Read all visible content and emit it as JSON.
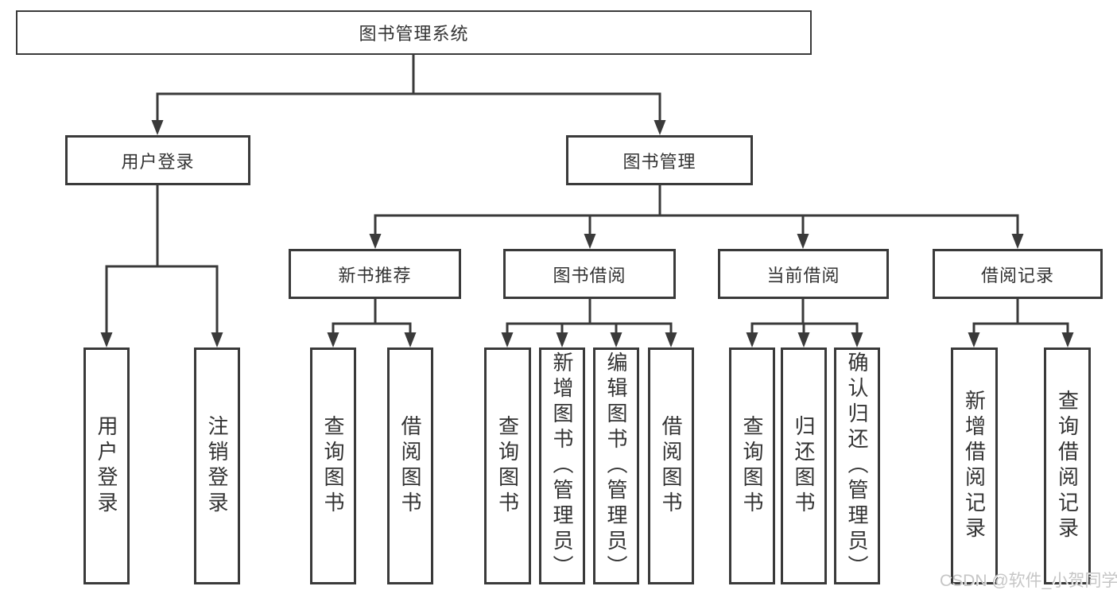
{
  "watermark": "CSDN @软件_小贺同学",
  "colors": {
    "line": "#3a3a3a",
    "text": "#333333",
    "background": "#ffffff",
    "watermark": "#c6c6c6"
  },
  "tree": {
    "title": "图书管理系统",
    "children": [
      {
        "label": "用户登录",
        "children": [
          {
            "label": "用户登录"
          },
          {
            "label": "注销登录"
          }
        ]
      },
      {
        "label": "图书管理",
        "children": [
          {
            "label": "新书推荐",
            "children": [
              {
                "label": "查询图书"
              },
              {
                "label": "借阅图书"
              }
            ]
          },
          {
            "label": "图书借阅",
            "children": [
              {
                "label": "查询图书"
              },
              {
                "label": "新增图书（管理员）"
              },
              {
                "label": "编辑图书（管理员）"
              },
              {
                "label": "借阅图书"
              }
            ]
          },
          {
            "label": "当前借阅",
            "children": [
              {
                "label": "查询图书"
              },
              {
                "label": "归还图书"
              },
              {
                "label": "确认归还（管理员）"
              }
            ]
          },
          {
            "label": "借阅记录",
            "children": [
              {
                "label": "新增借阅记录"
              },
              {
                "label": "查询借阅记录"
              }
            ]
          }
        ]
      }
    ]
  }
}
